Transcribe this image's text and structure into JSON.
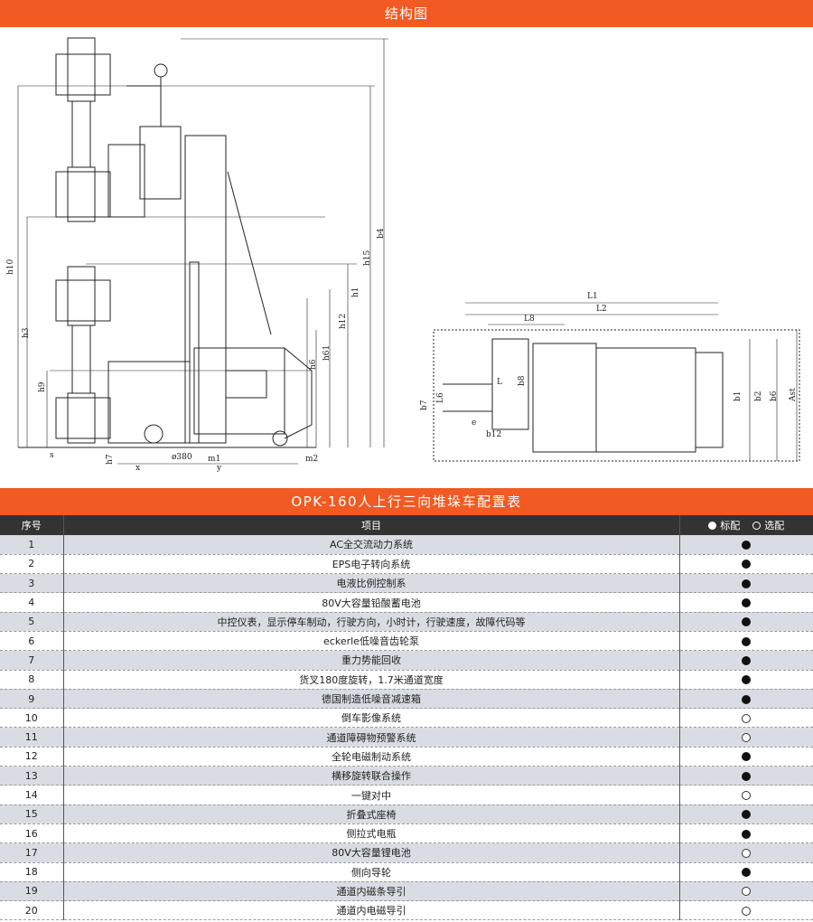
{
  "header": {
    "title": "结构图"
  },
  "diagram": {
    "side_labels": [
      "h10",
      "h3",
      "h9",
      "h15",
      "h4",
      "h1",
      "h12",
      "h61",
      "h6",
      "h7",
      "s",
      "x",
      "ø380",
      "m1",
      "y",
      "m2"
    ],
    "top_labels": [
      "L1",
      "L2",
      "L8",
      "L",
      "b8",
      "b1",
      "b2",
      "b6",
      "Ast",
      "b7",
      "L6",
      "e",
      "b12"
    ]
  },
  "table": {
    "title": "OPK-160人上行三向堆垛车配置表",
    "headers": {
      "no": "序号",
      "item": "项目",
      "std_label": "标配",
      "opt_label": "选配"
    },
    "rows": [
      {
        "no": "1",
        "item": "AC全交流动力系统",
        "std": true
      },
      {
        "no": "2",
        "item": "EPS电子转向系统",
        "std": true
      },
      {
        "no": "3",
        "item": "电液比例控制系",
        "std": true
      },
      {
        "no": "4",
        "item": "80V大容量铅酸蓄电池",
        "std": true
      },
      {
        "no": "5",
        "item": "中控仪表，显示停车制动，行驶方向，小时计，行驶速度，故障代码等",
        "std": true
      },
      {
        "no": "6",
        "item": "eckerle低噪音齿轮泵",
        "std": true
      },
      {
        "no": "7",
        "item": "重力势能回收",
        "std": true
      },
      {
        "no": "8",
        "item": "货叉180度旋转，1.7米通道宽度",
        "std": true
      },
      {
        "no": "9",
        "item": "德国制造低噪音减速箱",
        "std": true
      },
      {
        "no": "10",
        "item": "倒车影像系统",
        "std": false
      },
      {
        "no": "11",
        "item": "通道障碍物预警系统",
        "std": false
      },
      {
        "no": "12",
        "item": "全轮电磁制动系统",
        "std": true
      },
      {
        "no": "13",
        "item": "横移旋转联合操作",
        "std": true
      },
      {
        "no": "14",
        "item": "一键对中",
        "std": false
      },
      {
        "no": "15",
        "item": "折叠式座椅",
        "std": true
      },
      {
        "no": "16",
        "item": "侧拉式电瓶",
        "std": true
      },
      {
        "no": "17",
        "item": "80V大容量锂电池",
        "std": false
      },
      {
        "no": "18",
        "item": "侧向导轮",
        "std": true
      },
      {
        "no": "19",
        "item": "通道内磁条导引",
        "std": false
      },
      {
        "no": "20",
        "item": "通道内电磁导引",
        "std": false
      }
    ]
  }
}
